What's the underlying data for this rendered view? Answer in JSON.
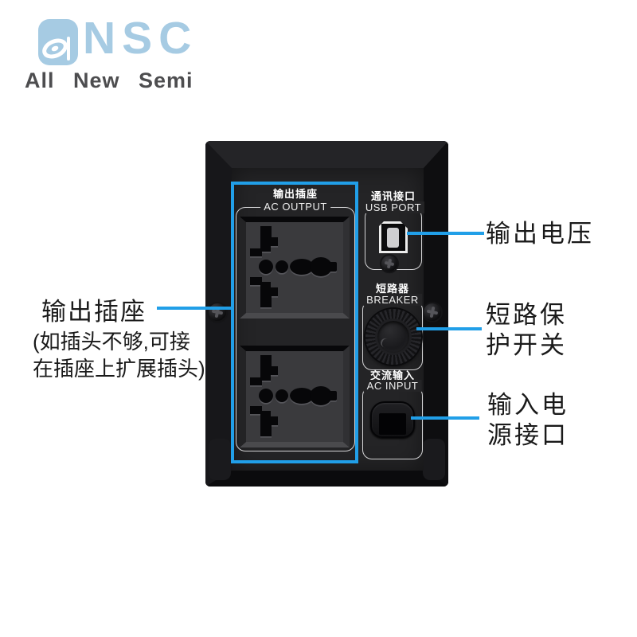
{
  "colors": {
    "accent_blue": "#219fe8",
    "logo_blue": "#a6cbe3",
    "tagline_gray": "#4d4d4f",
    "device_black": "#1a1a1c",
    "panel_gray": "#242426"
  },
  "icons": {
    "logo_mark": "ansc-a-swirl",
    "screw": "phillips-screw",
    "socket": "universal-ac-socket",
    "usb": "usb-type-b-port",
    "breaker": "round-breaker-button",
    "inlet": "ac-power-inlet"
  },
  "logo": {
    "brand": "NSC",
    "tagline": "All New Semi"
  },
  "panel_labels": {
    "ac_output_cn": "输出插座",
    "ac_output_en": "AC OUTPUT",
    "usb_cn": "通讯接口",
    "usb_en": "USB PORT",
    "breaker_cn": "短路器",
    "breaker_en": "BREAKER",
    "ac_input_cn": "交流输入",
    "ac_input_en": "AC INPUT"
  },
  "annotations": {
    "output_socket": {
      "title": "输出插座",
      "note": [
        "(如插头不够,可接",
        "在插座上扩展插头)"
      ]
    },
    "output_voltage": {
      "lines": [
        "输出电压"
      ]
    },
    "short_circuit_switch": {
      "lines": [
        "短路保",
        "护开关"
      ]
    },
    "power_input_port": {
      "lines": [
        "输入电",
        "源接口"
      ]
    }
  }
}
